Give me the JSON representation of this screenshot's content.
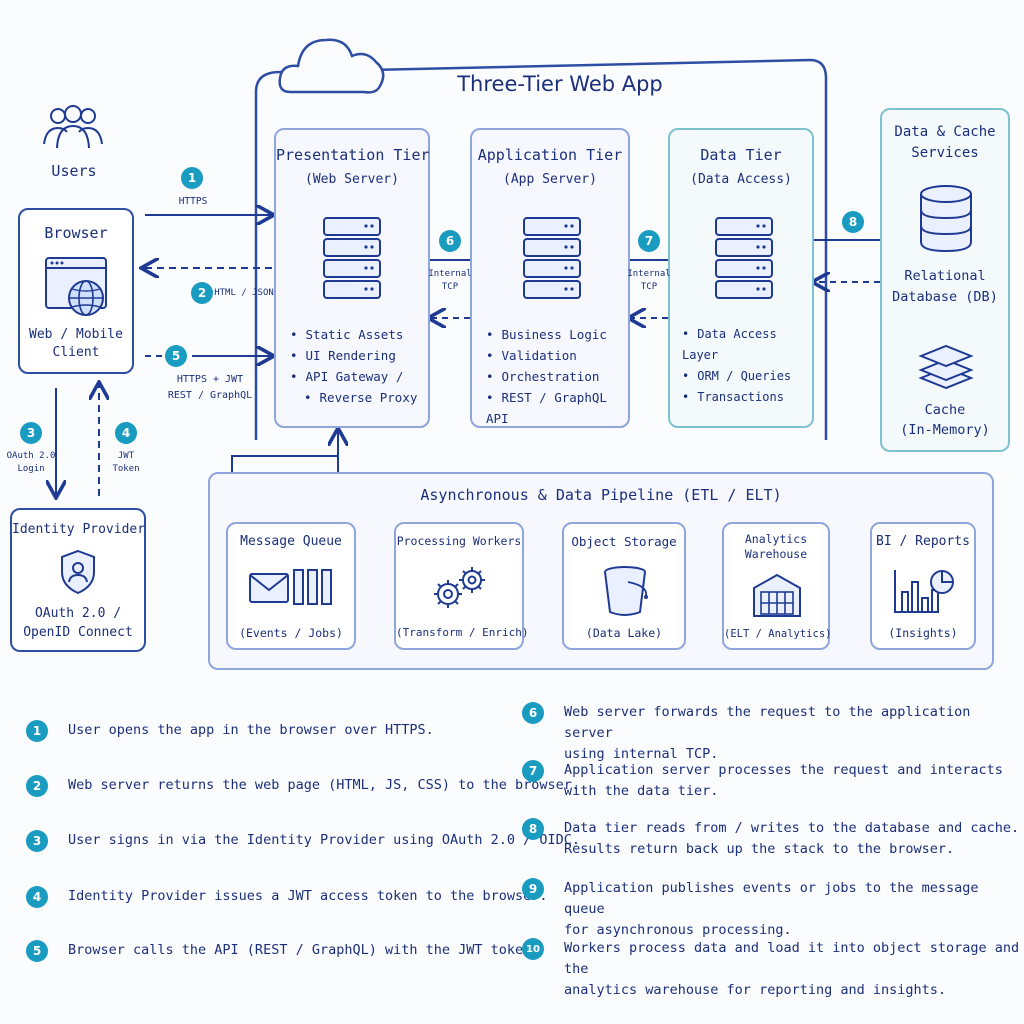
{
  "title": "Three-Tier Web App",
  "users": {
    "label": "Users"
  },
  "browser": {
    "title": "Browser",
    "subtitle": "Web / Mobile\nClient"
  },
  "identity": {
    "title": "Identity Provider",
    "subtitle": "OAuth 2.0 /\nOpenID Connect"
  },
  "tiers": [
    {
      "title": "Presentation Tier",
      "subtitle": "(Web Server)",
      "bullets": [
        "Static Assets",
        "UI Rendering",
        "API Gateway /",
        "Reverse Proxy"
      ]
    },
    {
      "title": "Application Tier",
      "subtitle": "(App Server)",
      "bullets": [
        "Business Logic",
        "Validation",
        "Orchestration",
        "REST / GraphQL API"
      ]
    },
    {
      "title": "Data Tier",
      "subtitle": "(Data Access)",
      "bullets": [
        "Data Access Layer",
        "ORM / Queries",
        "Transactions"
      ]
    }
  ],
  "data_services": {
    "title": "Data & Cache\nServices",
    "db": "Relational\nDatabase (DB)",
    "cache": "Cache\n(In-Memory)"
  },
  "flows": {
    "f1": {
      "num": "1",
      "label": "HTTPS"
    },
    "f2": {
      "num": "2",
      "label": "HTML / JSON"
    },
    "f3": {
      "num": "3",
      "label": "OAuth 2.0\nLogin"
    },
    "f4": {
      "num": "4",
      "label": "JWT\nToken"
    },
    "f5": {
      "num": "5",
      "label": "HTTPS + JWT\nREST / GraphQL"
    },
    "f6": {
      "num": "6",
      "label": "Internal\nTCP"
    },
    "f7": {
      "num": "7",
      "label": "Internal\nTCP"
    },
    "f8": {
      "num": "8"
    },
    "f8b": {
      "num": "8"
    },
    "f10": {
      "num": "10"
    }
  },
  "pipeline": {
    "title": "Asynchronous & Data Pipeline (ETL / ELT)",
    "stages": [
      {
        "title": "Message Queue",
        "caption": "(Events / Jobs)"
      },
      {
        "title": "Processing Workers",
        "caption": "(Transform / Enrich)"
      },
      {
        "title": "Object Storage",
        "caption": "(Data Lake)"
      },
      {
        "title": "Analytics\nWarehouse",
        "caption": "(ELT / Analytics)"
      },
      {
        "title": "BI / Reports",
        "caption": "(Insights)"
      }
    ]
  },
  "steps_left": [
    {
      "num": "1",
      "text": "User opens the app in the browser over HTTPS."
    },
    {
      "num": "2",
      "text": "Web server returns the web page (HTML, JS, CSS) to the browser."
    },
    {
      "num": "3",
      "text": "User signs in via the Identity Provider using OAuth 2.0 / OIDC."
    },
    {
      "num": "4",
      "text": "Identity Provider issues a JWT access token to the browser."
    },
    {
      "num": "5",
      "text": "Browser calls the API (REST / GraphQL) with the JWT token."
    }
  ],
  "steps_right": [
    {
      "num": "6",
      "text": "Web server forwards the request to the application server\nusing internal TCP."
    },
    {
      "num": "7",
      "text": "Application server processes the request and interacts\nwith the data tier."
    },
    {
      "num": "8",
      "text": "Data tier reads from / writes to the database and cache.\nResults return back up the stack to the browser."
    },
    {
      "num": "9",
      "text": "Application publishes events or jobs to the message queue\nfor asynchronous processing."
    },
    {
      "num": "10",
      "text": "Workers process data and load it into object storage and the\nanalytics warehouse for reporting and insights."
    }
  ],
  "colors": {
    "ink": "#1b2f7a",
    "accent": "#1a9bc0",
    "border": "#2e4ea3"
  }
}
